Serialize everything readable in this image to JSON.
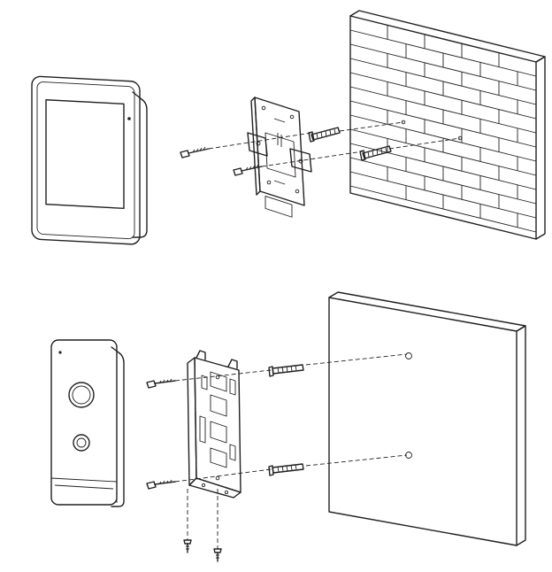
{
  "figure": {
    "panels": [
      {
        "id": "indoor-monitor-installation",
        "parts": [
          "indoor-monitor",
          "mounting-plate",
          "screw",
          "screw",
          "wall-anchor",
          "wall-anchor",
          "brick-wall"
        ]
      },
      {
        "id": "door-station-installation",
        "parts": [
          "door-station",
          "mounting-bracket",
          "screw",
          "screw",
          "screw",
          "screw",
          "wall-anchor",
          "wall-anchor",
          "wall"
        ]
      }
    ]
  },
  "colors": {
    "ink": "#231f20",
    "background": "#ffffff",
    "screen": "#ffffff"
  }
}
